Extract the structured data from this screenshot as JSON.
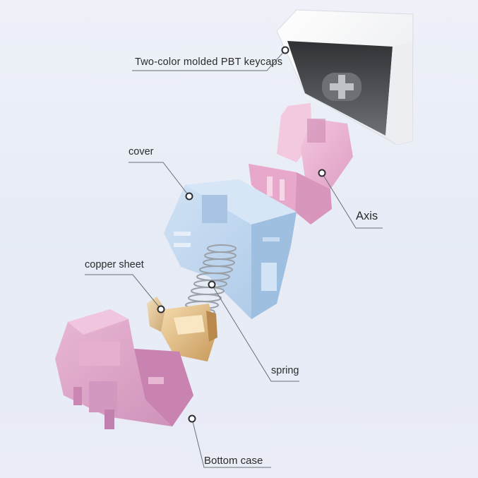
{
  "labels": {
    "keycap": "Two-color molded PBT keycaps",
    "cover": "cover",
    "axis": "Axis",
    "copper": "copper sheet",
    "spring": "spring",
    "bottom": "Bottom case"
  },
  "colors": {
    "background": "#e9edf6",
    "keycap_outer": "#fafafa",
    "keycap_inner": "#3e4144",
    "axis_pink": "#eeb4d3",
    "cover_blue": "#bcd6ef",
    "copper_gold": "#e6c58f",
    "spring_silver": "#a9adb2",
    "bottom_pink": "#dda2c8",
    "leader_line": "#6b6f76"
  }
}
